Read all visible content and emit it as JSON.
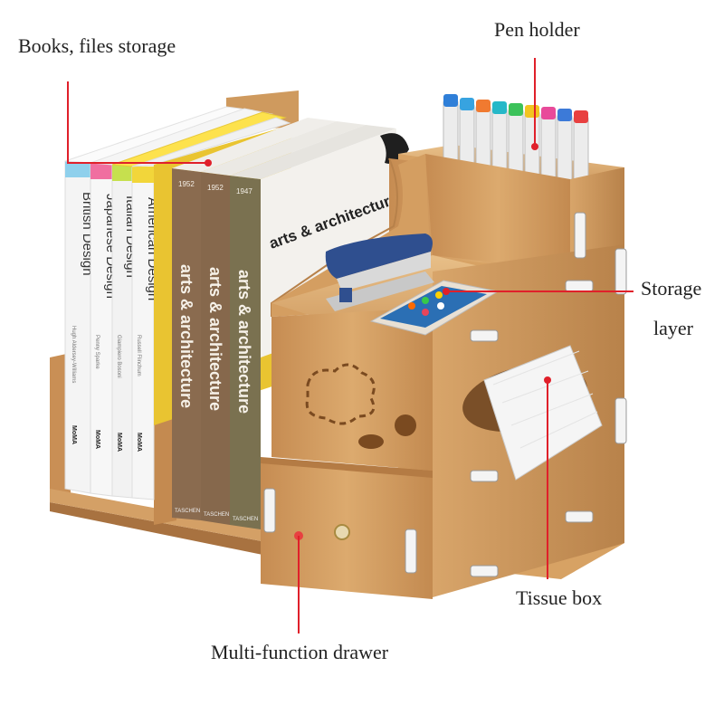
{
  "callouts": {
    "books": "Books, files storage",
    "pen": "Pen holder",
    "storage_line1": "Storage",
    "storage_line2": "layer",
    "tissue": "Tissue box",
    "drawer": "Multi-function drawer"
  },
  "books": {
    "white": [
      {
        "title": "British Design",
        "author": "Hugh Aldersey-Williams",
        "publisher": "MoMA"
      },
      {
        "title": "Japanese Design",
        "author": "Penny Sparke",
        "publisher": "MoMA"
      },
      {
        "title": "Italian Design",
        "author": "Giampiero Bosoni",
        "publisher": "MoMA"
      },
      {
        "title": "American Design",
        "author": "Russell Flinchum",
        "publisher": "MoMA"
      }
    ],
    "brown": [
      {
        "year": "1952",
        "title": "arts & architecture",
        "publisher": "TASCHEN"
      },
      {
        "year": "1952",
        "title": "arts & architecture",
        "publisher": "TASCHEN"
      },
      {
        "year": "1947",
        "title": "arts & architecture",
        "publisher": "TASCHEN"
      }
    ],
    "cover_title": "arts & architecture"
  },
  "colors": {
    "wood": "#d9a466",
    "wood_dark": "#b9824a",
    "callout_line": "#e0202a",
    "stapler": "#2f4f8f"
  }
}
